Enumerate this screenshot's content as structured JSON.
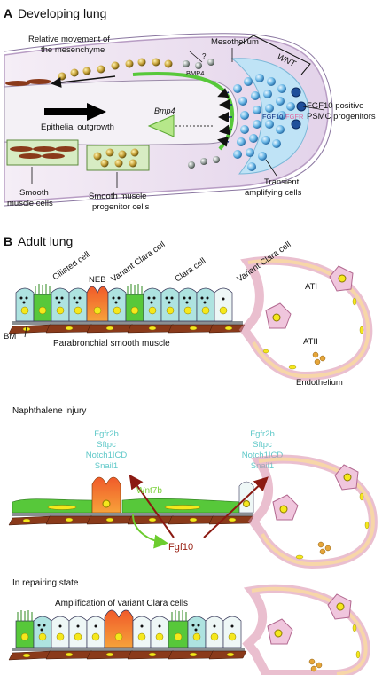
{
  "panel_a": {
    "letter": "A",
    "title": "Developing lung",
    "labels": {
      "relative_movement_l1": "Relative movement of",
      "relative_movement_l2": "the mesenchyme",
      "mesothelium": "Mesothelium",
      "wnt": "WNT",
      "bmp4_upper": "BMP4",
      "question": "?",
      "bmp4_lower": "Bmp4",
      "epithelial_outgrowth": "Epithelial outgrowth",
      "fgf10": "FGF10",
      "fgfr": "FGFR",
      "fgf10_positive_l1": "FGF10 positive",
      "fgf10_positive_l2": "PSMC progenitors",
      "transient_l1": "Transient",
      "transient_l2": "amplifying cells",
      "smooth_muscle_l1": "Smooth",
      "smooth_muscle_l2": "muscle cells",
      "sm_progenitor_l1": "Smooth muscle",
      "sm_progenitor_l2": "progenitor cells"
    }
  },
  "panel_b": {
    "letter": "B",
    "title": "Adult lung",
    "labels": {
      "ciliated": "Ciliated cell",
      "neb": "NEB",
      "variant_clara_1": "Variant Clara cell",
      "clara": "Clara cell",
      "variant_clara_2": "Variant Clara cell",
      "ati": "ATI",
      "atii": "ATII",
      "bm": "BM",
      "parabronchial": "Parabronchial smooth muscle",
      "endothelium": "Endothelium",
      "naphthalene": "Naphthalene injury",
      "wnt7b": "Wnt7b",
      "fgf10": "Fgf10",
      "repairing": "In repairing state",
      "amplification": "Amplification of variant Clara cells"
    },
    "marker_lists": {
      "left": [
        "Fgfr2b",
        "Sftpc",
        "Notch1ICD",
        "Snail1"
      ],
      "right": [
        "Fgfr2b",
        "Sftpc",
        "Notch1ICD",
        "Snail1"
      ]
    }
  },
  "colors": {
    "clara_cell": "#aee3e0",
    "ciliated_cell": "#57c83a",
    "neb": "#ef6a2a",
    "nucleus": "#f5e81c",
    "smooth_muscle": "#8a3a1a",
    "alveolar": "#f0c6dd",
    "mesenchyme": "#ece4ef",
    "progenitor": "#6ab7e6",
    "marker_text": "#5ec8c8",
    "wnt7b_text": "#7ad13a",
    "fgf10_text": "#9a2215"
  }
}
